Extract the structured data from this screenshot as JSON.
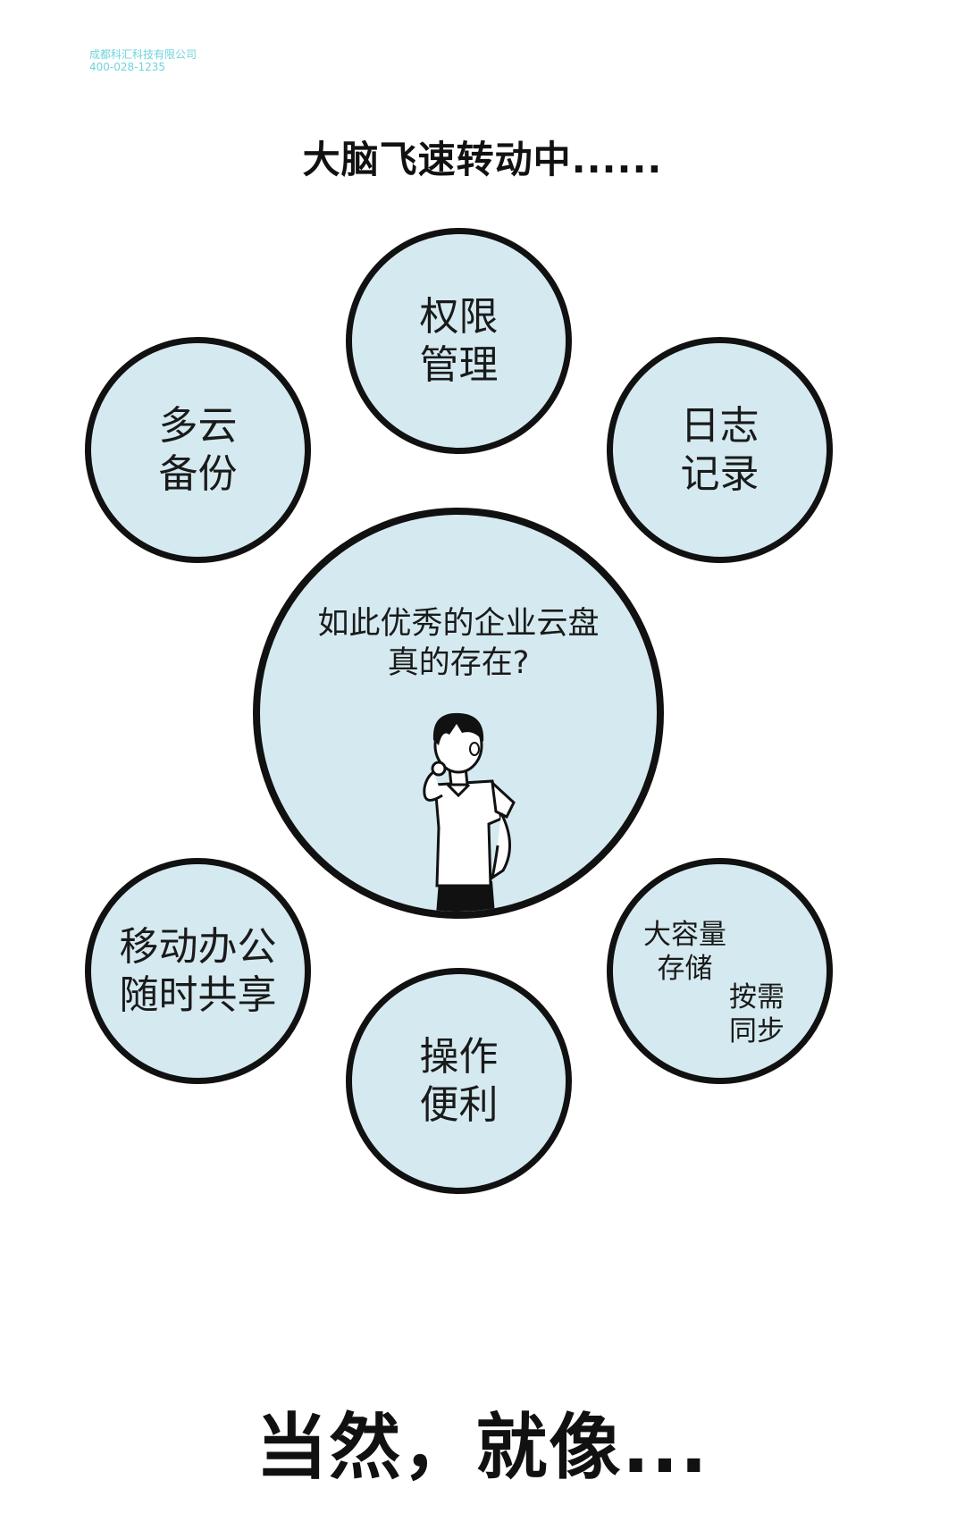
{
  "watermark": {
    "company": "成都科汇科技有限公司",
    "phone": "400-028-1235"
  },
  "headline": "大脑飞速转动中......",
  "bubbles": {
    "permissions": "权限\n管理",
    "multicloud": "多云\n备份",
    "logs": "日志\n记录",
    "mobile": "移动办公\n随时共享",
    "easy": "操作\n便利",
    "storage_a": "大容量\n存储",
    "storage_b": "按需\n同步"
  },
  "center": {
    "question": "如此优秀的企业云盘\n真的存在?"
  },
  "punchline": "当然，就像...",
  "colors": {
    "bubble_fill": "#d5eaf0",
    "outline": "#111111",
    "watermark": "#6fd3df"
  }
}
